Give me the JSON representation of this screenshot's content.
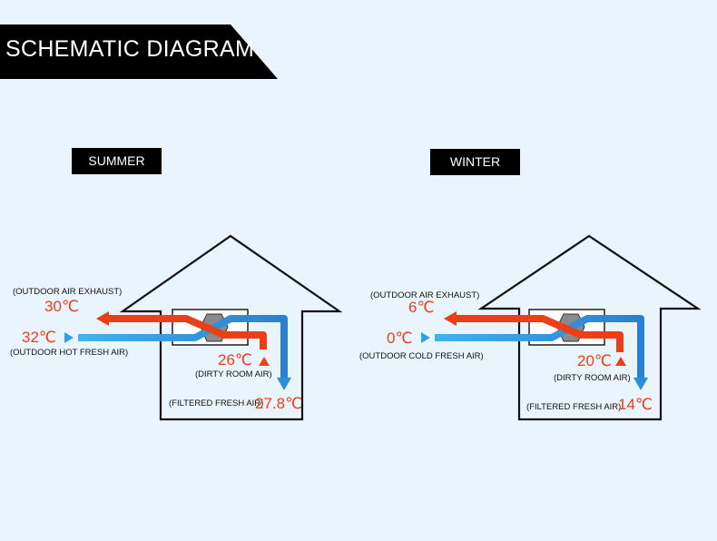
{
  "title": "SCHEMATIC DIAGRAM",
  "colors": {
    "hot": "#ea3f17",
    "cold": "#2a8fd8",
    "cold_light": "#43b2ec",
    "text": "#111111"
  },
  "panels": [
    {
      "season": "SUMMER",
      "outdoor_exhaust_label": "(OUTDOOR AIR EXHAUST)",
      "outdoor_exhaust_temp": "30℃",
      "fresh_in_temp": "32℃",
      "fresh_in_label": "(OUTDOOR HOT FRESH AIR)",
      "room_temp": "26℃",
      "room_label": "(DIRTY ROOM AIR)",
      "filtered_label": "(FILTERED FRESH AIR)",
      "filtered_temp": "27.8℃"
    },
    {
      "season": "WINTER",
      "outdoor_exhaust_label": "(OUTDOOR AIR EXHAUST)",
      "outdoor_exhaust_temp": "6℃",
      "fresh_in_temp": "0℃",
      "fresh_in_label": "(OUTDOOR COLD FRESH AIR)",
      "room_temp": "20℃",
      "room_label": "(DIRTY ROOM AIR)",
      "filtered_label": "(FILTERED FRESH AIR)",
      "filtered_temp": "14℃"
    }
  ]
}
